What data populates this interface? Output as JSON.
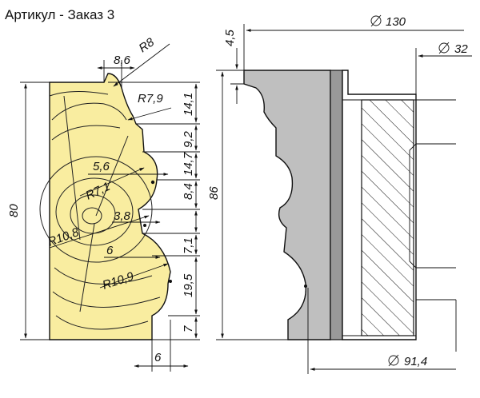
{
  "title": "Артикул - Заказ 3",
  "dimensions": {
    "overall_height": "80",
    "top_width": "8,6",
    "r8": "R8",
    "r7_9": "R7,9",
    "h14_1": "14,1",
    "h9_2": "9,2",
    "w5_6": "5,6",
    "r7_1": "R7,1",
    "h14_7": "14,7",
    "w3_8": "3,8",
    "h8_4": "8,4",
    "r10_8": "R10,8",
    "h7_1": "7,1",
    "w6_mid": "6",
    "r10_9": "R10,9",
    "h19_5": "19,5",
    "h7_bottom": "7",
    "w6_bottom": "6",
    "tool_height": "86",
    "top_offset": "4,5",
    "dia_130": "130",
    "dia_32": "32",
    "dia_91_4": "91,4"
  },
  "colors": {
    "wood": "#f9eda0",
    "cutter": "#bfbfbf",
    "cutter_dark": "#999999"
  }
}
